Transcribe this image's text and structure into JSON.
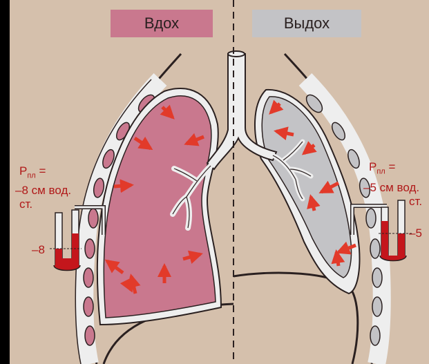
{
  "header": {
    "inhale_label": "Вдох",
    "exhale_label": "Выдох"
  },
  "left_gauge": {
    "p_symbol": "P",
    "p_subscript": "пл",
    "equals": "=",
    "value_line": "–8 см вод.",
    "unit_line": "ст.",
    "level_label": "–8"
  },
  "right_gauge": {
    "p_symbol": "P",
    "p_subscript": "пл",
    "equals": "=",
    "value_line": "–5 см вод.",
    "unit_line": "ст.",
    "level_label": "–5"
  },
  "colors": {
    "background": "#d5c0ac",
    "inhale_lung": "#c9788e",
    "exhale_lung": "#c3c3c6",
    "pleura": "#eeeeee",
    "arrow": "#e23a2a",
    "outline": "#2a2020",
    "fluid": "#c4161c"
  }
}
